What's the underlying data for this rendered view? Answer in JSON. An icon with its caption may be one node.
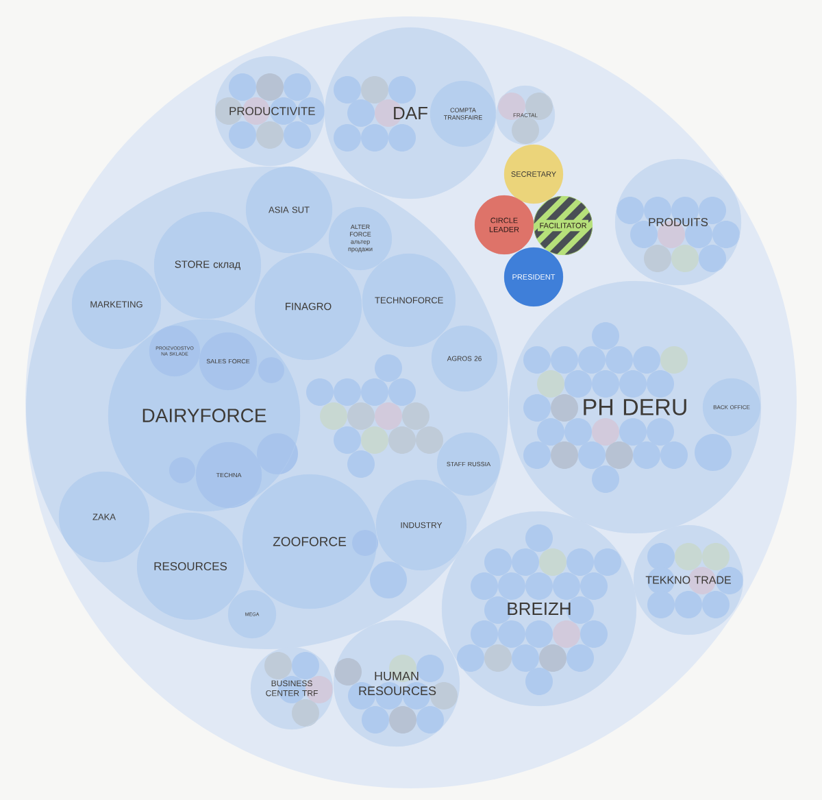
{
  "diagram": {
    "nodes": [
      {
        "text": [],
        "shape": "circle"
      },
      {
        "text": [
          "PRODUCTIVITE"
        ],
        "in": 0
      },
      {
        "text": [
          "DAF"
        ],
        "in": 0
      },
      {
        "text": [
          "COMPTA TRANSFAIRE"
        ],
        "in": 2
      },
      {
        "text": [
          "FRACTAL"
        ],
        "in": 0
      },
      {
        "text": [
          "SECRETARY"
        ],
        "in": 0
      },
      {
        "text": [
          "CIRCLE LEADER"
        ],
        "in": 0
      },
      {
        "text": [
          "FACILITATOR"
        ],
        "in": 0
      },
      {
        "text": [
          "PRESIDENT"
        ],
        "in": 0
      },
      {
        "text": [
          "PRODUITS"
        ],
        "in": 0
      },
      {
        "text": [],
        "shape": "circle",
        "in": 0
      },
      {
        "text": [
          "ASIA SUT"
        ],
        "in": 10
      },
      {
        "text": [
          "ALTER FORCE альтер продажи"
        ],
        "in": 10
      },
      {
        "text": [
          "STORE склад"
        ],
        "in": 10
      },
      {
        "text": [
          "MARKETING"
        ],
        "in": 10
      },
      {
        "text": [
          "FINAGRO"
        ],
        "in": 10
      },
      {
        "text": [
          "TECHNOFORCE"
        ],
        "in": 10
      },
      {
        "text": [
          "AGROS 26"
        ],
        "in": 10
      },
      {
        "text": [
          "DAIRYFORCE"
        ],
        "in": 10
      },
      {
        "text": [
          "PROIZVODSTVO NA SKLADE"
        ],
        "in": 18
      },
      {
        "text": [
          "SALES FORCE"
        ],
        "in": 18
      },
      {
        "text": [],
        "shape": "circle",
        "in": 18
      },
      {
        "text": [
          "TECHNA"
        ],
        "in": 18
      },
      {
        "text": [
          "STAFF RUSSIA"
        ],
        "in": 10
      },
      {
        "text": [
          "ZAKA"
        ],
        "in": 10
      },
      {
        "text": [
          "RESOURCES"
        ],
        "in": 10
      },
      {
        "text": [
          "ZOOFORCE"
        ],
        "in": 10
      },
      {
        "text": [
          "INDUSTRY"
        ],
        "in": 10
      },
      {
        "text": [
          "MEGA"
        ],
        "in": 10
      },
      {
        "text": [
          "PH DERU"
        ],
        "in": 0
      },
      {
        "text": [
          "BACK OFFICE"
        ],
        "in": 29
      },
      {
        "text": [
          "BREIZH"
        ],
        "in": 0
      },
      {
        "text": [
          "TEKKNO TRADE"
        ],
        "in": 0
      },
      {
        "text": [
          "BUSINESS CENTER TRF"
        ],
        "in": 0
      },
      {
        "text": [
          "HUMAN RESOURCES"
        ],
        "in": 0
      }
    ]
  }
}
